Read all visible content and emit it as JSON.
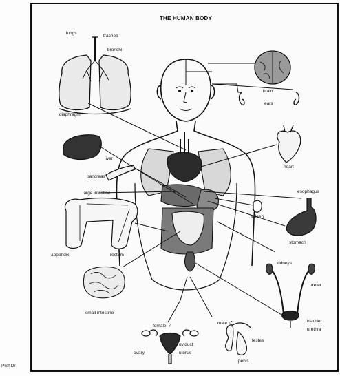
{
  "title": "THE HUMAN BODY",
  "credit": "Prof Dr",
  "labels": {
    "lungs": "lungs",
    "trachea": "trachea",
    "bronchi": "bronchi",
    "diaphragm": "diaphragm",
    "brain": "brain",
    "ears": "ears",
    "liver": "liver",
    "pancreas": "pancreas",
    "heart": "heart",
    "large_intestine": "large intestine",
    "esophagus": "esophagus",
    "spleen": "spleen",
    "stomach": "stomach",
    "appendix": "appendix",
    "rectum": "rectum",
    "kidneys": "kidneys",
    "ureter": "ureter",
    "small_intestine": "small intestine",
    "bladder": "bladder",
    "urethra": "urethra",
    "female": "female",
    "male": "male",
    "ovary": "ovary",
    "oviduct": "oviduct",
    "uterus": "uterus",
    "testes": "testes",
    "penis": "penis"
  },
  "symbols": {
    "female": "♀",
    "male": "♂"
  }
}
